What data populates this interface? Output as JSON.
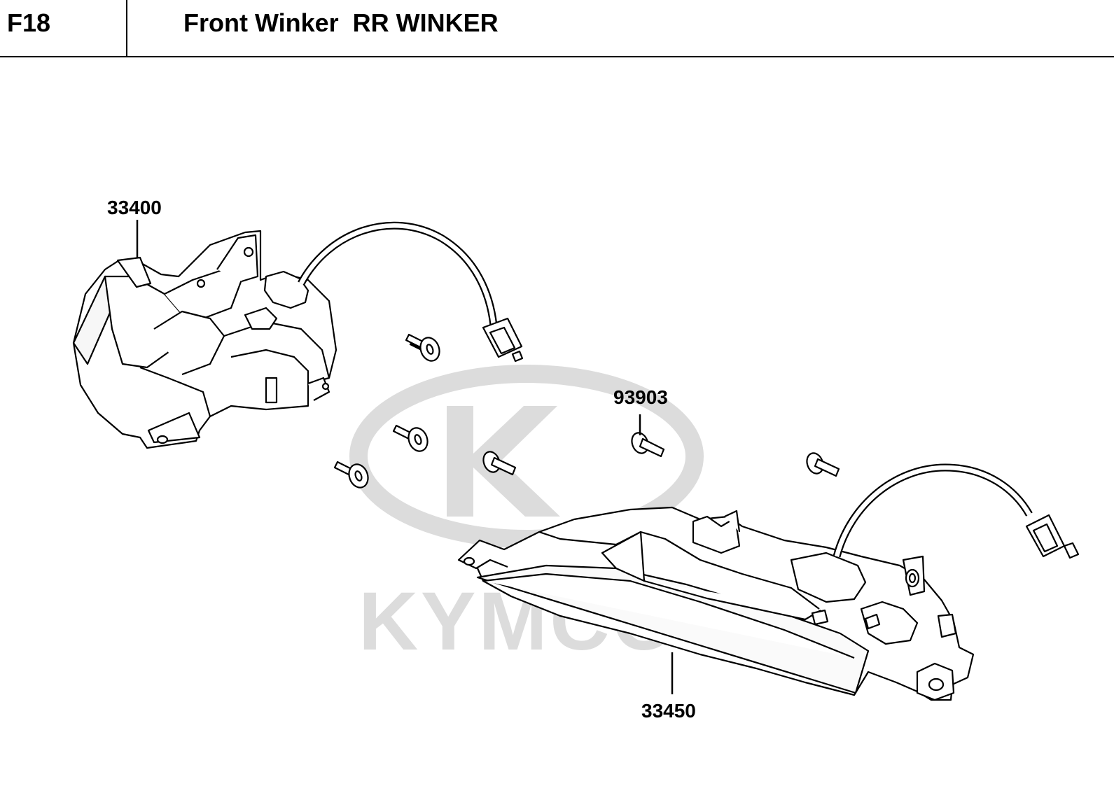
{
  "header": {
    "code": "F18",
    "title": "Front Winker  RR WINKER"
  },
  "watermark": {
    "brand": "KYMCO",
    "color": "#dcdcdc"
  },
  "parts": [
    {
      "number": "33400",
      "part": "front-winker-assembly"
    },
    {
      "number": "93903",
      "part": "screw"
    },
    {
      "number": "33450",
      "part": "rear-winker-assembly"
    }
  ],
  "colors": {
    "line": "#000000",
    "background": "#ffffff"
  }
}
